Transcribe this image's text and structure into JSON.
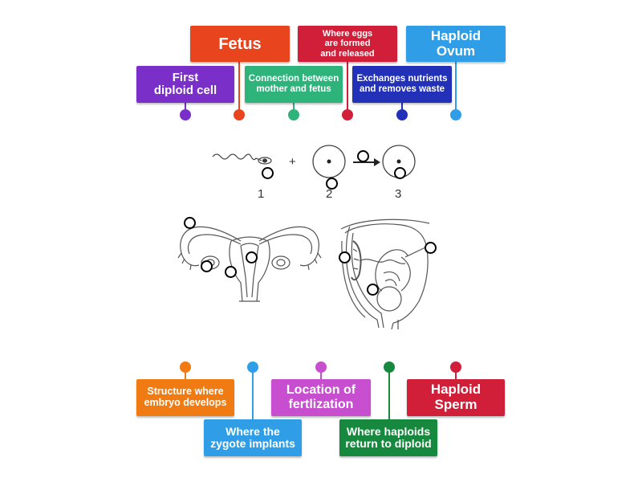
{
  "labels": {
    "fetus": {
      "text": "Fetus",
      "color": "#e8451e"
    },
    "where_eggs": {
      "text": "Where eggs\nare formed\nand released",
      "color": "#d11f39"
    },
    "haploid_ovum": {
      "text": "Haploid\nOvum",
      "color": "#2f9ee6"
    },
    "first_diploid": {
      "text": "First\ndiploid cell",
      "color": "#7b2fc9"
    },
    "connection": {
      "text": "Connection between\nmother and fetus",
      "color": "#2eb37b"
    },
    "exchanges": {
      "text": "Exchanges nutrients\nand removes waste",
      "color": "#2331b8"
    },
    "structure_embryo": {
      "text": "Structure where\nembryo develops",
      "color": "#f07b12"
    },
    "zygote_implants": {
      "text": "Where the\nzygote implants",
      "color": "#2f9ee6"
    },
    "fertilization": {
      "text": "Location of\nfertlization",
      "color": "#c74fcf"
    },
    "haploids_return": {
      "text": "Where haploids\nreturn to diploid",
      "color": "#16893e"
    },
    "haploid_sperm": {
      "text": "Haploid\nSperm",
      "color": "#d11f39"
    }
  },
  "diagram": {
    "numbers": [
      "1",
      "2",
      "3"
    ],
    "plus": "+"
  }
}
